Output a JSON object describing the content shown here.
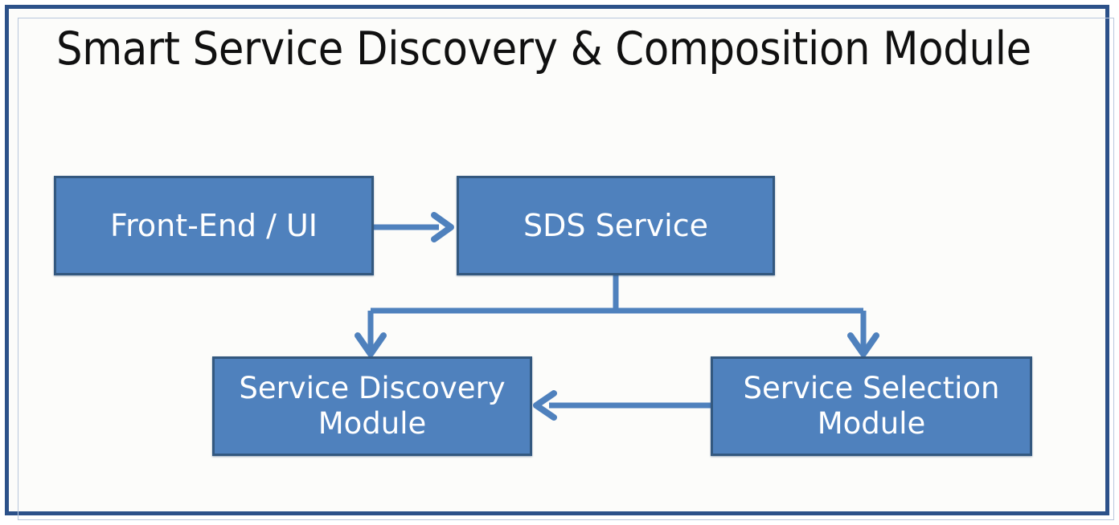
{
  "diagram": {
    "title": "Smart Service Discovery & Composition Module",
    "type": "flowchart",
    "colors": {
      "box_fill": "#4F81BD",
      "box_border": "#33587F",
      "connector": "#4F81BD",
      "frame_border": "#2C5189",
      "background": "#FCFCFA",
      "box_text": "#FFFFFF",
      "title_text": "#101010"
    },
    "nodes": [
      {
        "id": "frontend",
        "label": "Front-End / UI"
      },
      {
        "id": "sds",
        "label": "SDS Service"
      },
      {
        "id": "discovery",
        "label_line1": "Service Discovery",
        "label_line2": "Module"
      },
      {
        "id": "selection",
        "label_line1": "Service Selection",
        "label_line2": "Module"
      }
    ],
    "edges": [
      {
        "from": "frontend",
        "to": "sds",
        "style": "arrow-right"
      },
      {
        "from": "sds",
        "to": "discovery",
        "style": "elbow-arrow-down"
      },
      {
        "from": "sds",
        "to": "selection",
        "style": "elbow-arrow-down"
      },
      {
        "from": "selection",
        "to": "discovery",
        "style": "arrow-left"
      }
    ]
  }
}
